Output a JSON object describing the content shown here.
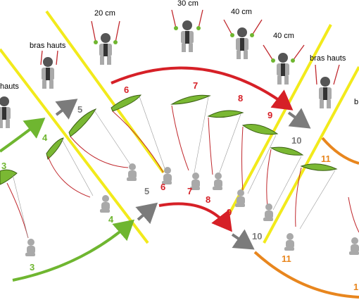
{
  "labels": {
    "bras_hauts_1": "bras hauts",
    "bras_hauts_partial_left": "hauts",
    "cm20": "20 cm",
    "cm30": "30 cm",
    "cm40_a": "40 cm",
    "cm40_b": "40 cm",
    "bras_hauts_2": "bras hauts",
    "bras_hauts_partial_right": "b"
  },
  "numbers": {
    "n3_top": "3",
    "n4_top": "4",
    "n5_top": "5",
    "n6_top": "6",
    "n7_top": "7",
    "n8_top": "8",
    "n9_top": "9",
    "n10_top": "10",
    "n11_top": "11",
    "n3_bot": "3",
    "n4_bot": "4",
    "n5_bot": "5",
    "n6_bot": "6",
    "n7_bot": "7",
    "n8_bot": "8",
    "n9_bot": "9",
    "n10_bot": "10",
    "n11_bot": "11",
    "n12_bot": "1"
  },
  "colors": {
    "green": "#6fb630",
    "kite": "#7ab833",
    "red": "#d62027",
    "orange": "#e8861e",
    "grey": "#7b7b7b",
    "yellow": "#f2ea1b",
    "pilot": "#a9a9a9"
  }
}
